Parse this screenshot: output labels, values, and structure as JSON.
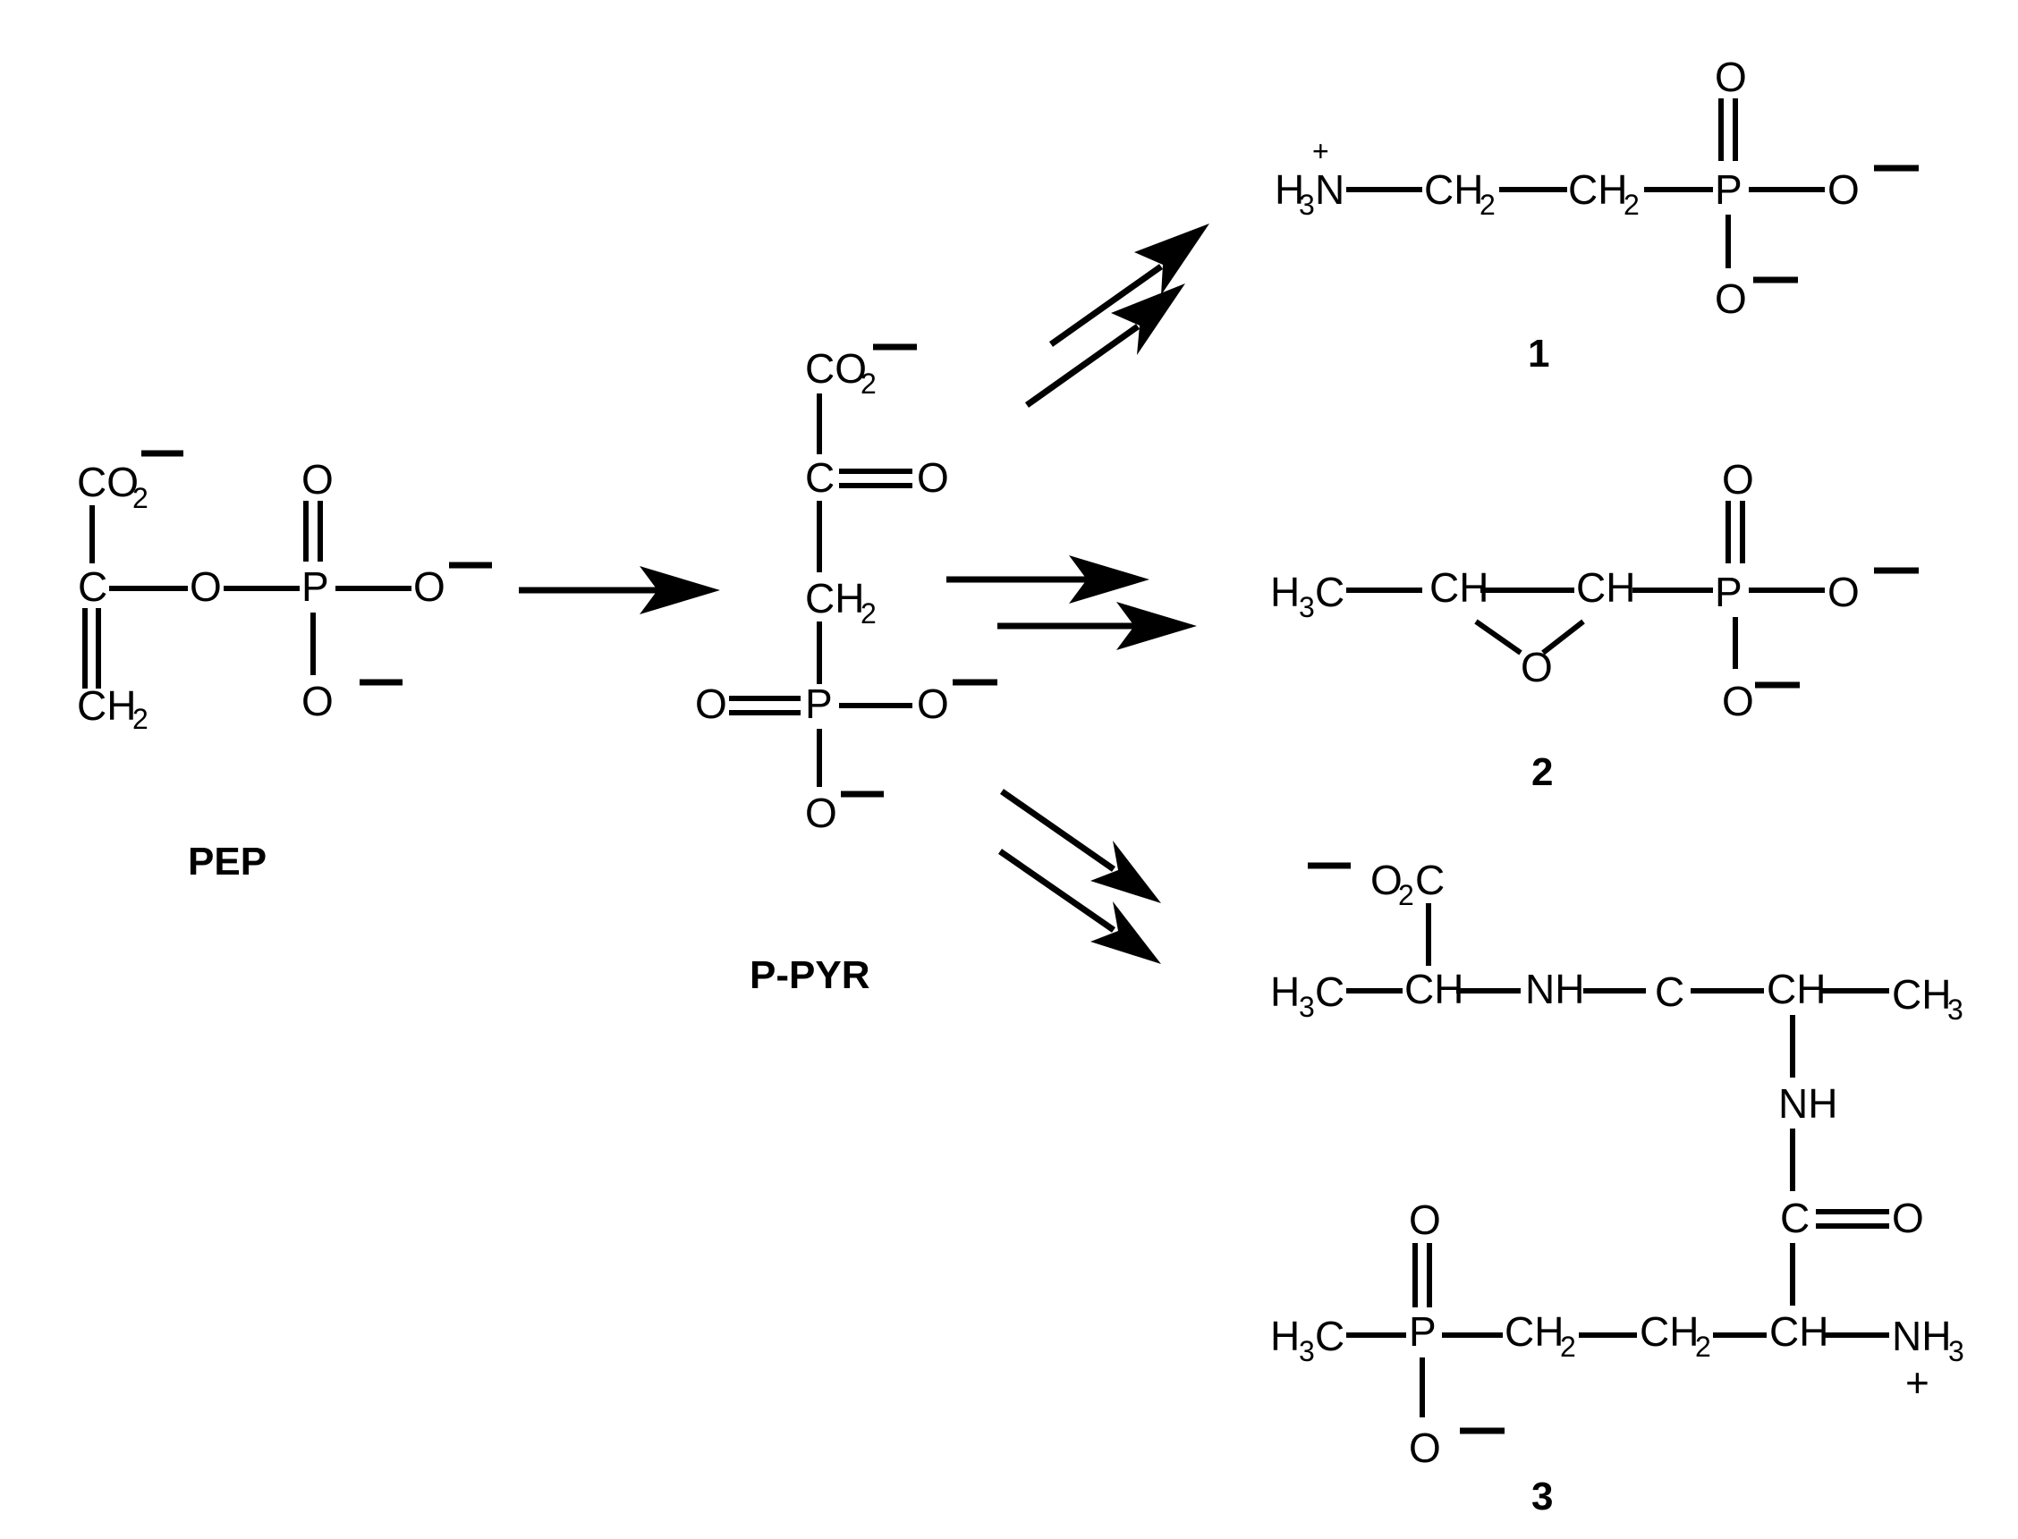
{
  "compounds": {
    "pep": {
      "label": "PEP"
    },
    "ppyr": {
      "label": "P-PYR"
    },
    "c1": {
      "label": "1"
    },
    "c2": {
      "label": "2"
    },
    "c3": {
      "label": "3"
    }
  },
  "atoms": {
    "CO": "CO",
    "C": "C",
    "O": "O",
    "P": "P",
    "CH": "CH",
    "CH2": "CH",
    "H3C": "H",
    "NH": "NH",
    "NH3": "NH",
    "H3N": "H",
    "O2C": "O",
    "sub2": "2",
    "sub3": "3",
    "plus": "+",
    "N": "N"
  },
  "colors": {
    "ink": "#000000",
    "background": "#ffffff"
  }
}
